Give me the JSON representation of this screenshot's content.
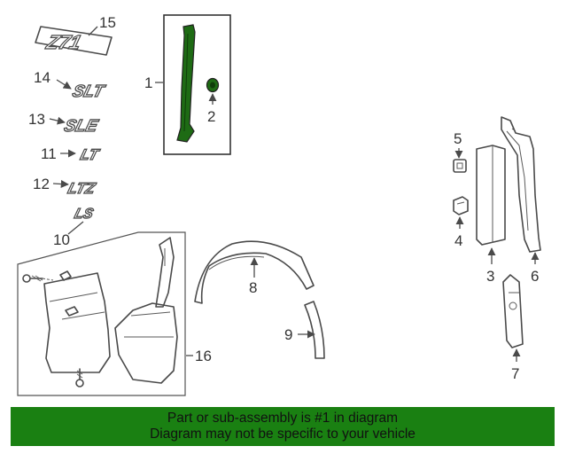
{
  "callouts": {
    "c1": "1",
    "c2": "2",
    "c3": "3",
    "c4": "4",
    "c5": "5",
    "c6": "6",
    "c7": "7",
    "c8": "8",
    "c9": "9",
    "c10": "10",
    "c11": "11",
    "c12": "12",
    "c13": "13",
    "c14": "14",
    "c15": "15",
    "c16": "16"
  },
  "badges": {
    "z71": "Z71",
    "slt": "SLT",
    "sle": "SLE",
    "lt": "LT",
    "ltz": "LTZ",
    "ls": "LS"
  },
  "banner": {
    "line1": "Part or sub-assembly is #1 in diagram",
    "line2": "Diagram may not be specific to your vehicle"
  },
  "colors": {
    "highlight_part": "#1e6b14",
    "banner_bg": "#1a8012",
    "line": "#4a4a4a"
  }
}
